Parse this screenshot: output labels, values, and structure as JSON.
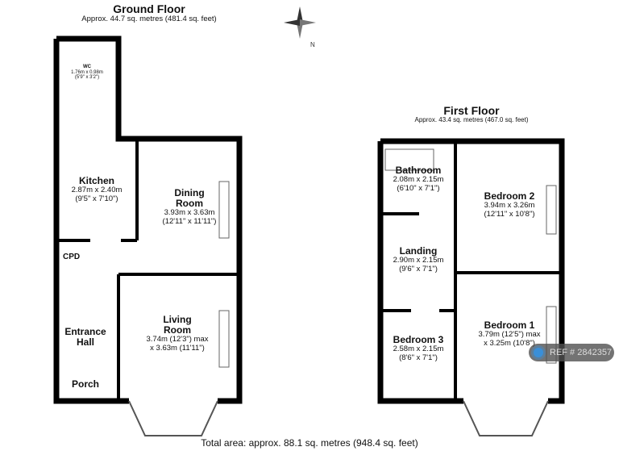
{
  "ground": {
    "title": "Ground Floor",
    "area": "Approx. 44.7 sq. metres (481.4 sq. feet)",
    "rooms": [
      {
        "name": "WC",
        "dims": "1.76m x 0.98m",
        "imperial": "(5'9\" x 3'2\")"
      },
      {
        "name": "Kitchen",
        "dims": "2.87m x 2.40m",
        "imperial": "(9'5\" x 7'10\")"
      },
      {
        "name": "Dining Room",
        "dims": "3.93m x 3.63m",
        "imperial": "(12'11\" x 11'11\")"
      },
      {
        "name": "CPD"
      },
      {
        "name": "Entrance Hall"
      },
      {
        "name": "Living Room",
        "dims": "3.74m (12'3\") max",
        "imperial": "x 3.63m (11'11\")"
      },
      {
        "name": "Porch"
      }
    ]
  },
  "first": {
    "title": "First Floor",
    "area": "Approx. 43.4 sq. metres (467.0 sq. feet)",
    "rooms": [
      {
        "name": "Bathroom",
        "dims": "2.08m x 2.15m",
        "imperial": "(6'10\" x 7'1\")"
      },
      {
        "name": "Bedroom 2",
        "dims": "3.94m x 3.26m",
        "imperial": "(12'11\" x 10'8\")"
      },
      {
        "name": "Landing",
        "dims": "2.90m x 2.15m",
        "imperial": "(9'6\" x 7'1\")"
      },
      {
        "name": "Bedroom 3",
        "dims": "2.58m x 2.15m",
        "imperial": "(8'6\" x 7'1\")"
      },
      {
        "name": "Bedroom 1",
        "dims": "3.79m (12'5\") max",
        "imperial": "x 3.25m (10'8\")"
      }
    ]
  },
  "total": "Total area: approx. 88.1 sq. metres (948.4 sq. feet)",
  "ref": "REF # 2842357",
  "compass": "N"
}
